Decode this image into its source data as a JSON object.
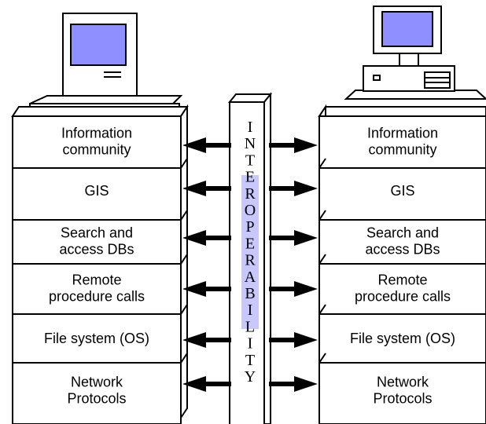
{
  "left_stack": {
    "layers": [
      [
        "Information",
        "community"
      ],
      [
        "GIS"
      ],
      [
        "Search and",
        "access DBs"
      ],
      [
        "Remote",
        "procedure calls"
      ],
      [
        "File system (OS)"
      ],
      [
        "Network",
        "Protocols"
      ]
    ]
  },
  "right_stack": {
    "layers": [
      [
        "Information",
        "community"
      ],
      [
        "GIS"
      ],
      [
        "Search and",
        "access DBs"
      ],
      [
        "Remote",
        "procedure calls"
      ],
      [
        "File system (OS)"
      ],
      [
        "Network",
        "Protocols"
      ]
    ]
  },
  "interoperability": {
    "letters": [
      "I",
      "N",
      "T",
      "E",
      "R",
      "O",
      "P",
      "E",
      "R",
      "A",
      "B",
      "I",
      "L",
      "I",
      "T",
      "Y"
    ],
    "highlighted_range": [
      3,
      10
    ]
  },
  "colors": {
    "screen": "#8f8fff",
    "highlight": "#c8c8ff",
    "line": "#000000"
  },
  "icons": {
    "left_computer": "classic-desktop-computer-icon",
    "right_computer": "desktop-pc-tower-icon"
  }
}
